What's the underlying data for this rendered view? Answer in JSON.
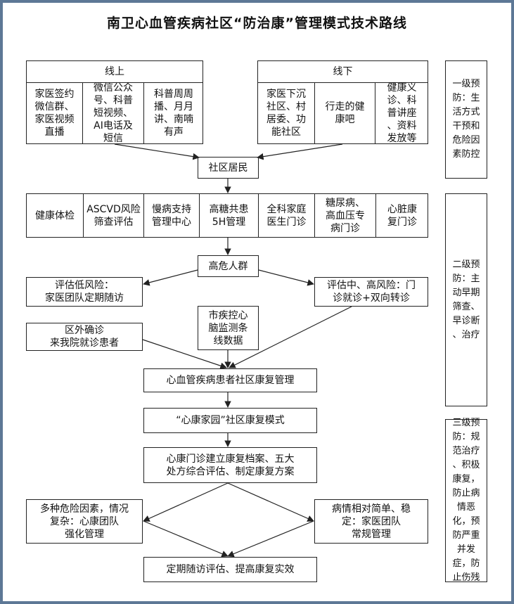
{
  "title": "南卫心血管疾病社区“防治康”管理模式技术路线",
  "online": {
    "header": "线上",
    "items": [
      "家医签约\n微信群、\n家医视频\n直播",
      "微信公众\n号、科普\n短视频、\nAI电话及\n短信",
      "科普周周\n播、月月\n讲、南喃\n有声"
    ]
  },
  "offline": {
    "header": "线下",
    "items": [
      "家医下沉\n社区、村\n居委、功\n能社区",
      "行走的健\n康吧",
      "健康义\n诊、科\n普讲座\n、资料\n发放等"
    ]
  },
  "community": "社区居民",
  "services": [
    "健康体检",
    "ASCVD风险\n筛查评估",
    "慢病支持\n管理中心",
    "高糖共患\n5H管理",
    "全科家庭\n医生门诊",
    "糖尿病、\n高血压专\n病门诊",
    "心脏康\n复门诊"
  ],
  "high_risk": "高危人群",
  "low_risk": "评估低风险：\n家医团队定期随访",
  "mid_high_risk": "评估中、高风险：门\n诊就诊+双向转诊",
  "cdc": "市疾控心\n脑监测条\n线数据",
  "outside": "区外确诊\n来我院就诊患者",
  "rehab_mgmt": "心血管疾病患者社区康复管理",
  "model": "“心康家园”社区康复模式",
  "clinic": "心康门诊建立康复档案、五大\n处方综合评估、制定康复方案",
  "complex": "多种危险因素，情况\n复杂：心康团队\n强化管理",
  "simple": "病情相对简单、稳\n定：家医团队\n常规管理",
  "followup": "定期随访评估、提高康复实效",
  "prevention": {
    "level1": "一级预\n防：生\n活方式\n干预和\n危险因\n素防控",
    "level2": "二级预\n防：主\n动早期\n筛查、\n早诊断\n、治疗",
    "level3": "三级预\n防：规\n范治疗\n、积极\n康复，\n防止病\n情恶\n化，预\n防严重\n并发\n症，防\n止伤残"
  }
}
